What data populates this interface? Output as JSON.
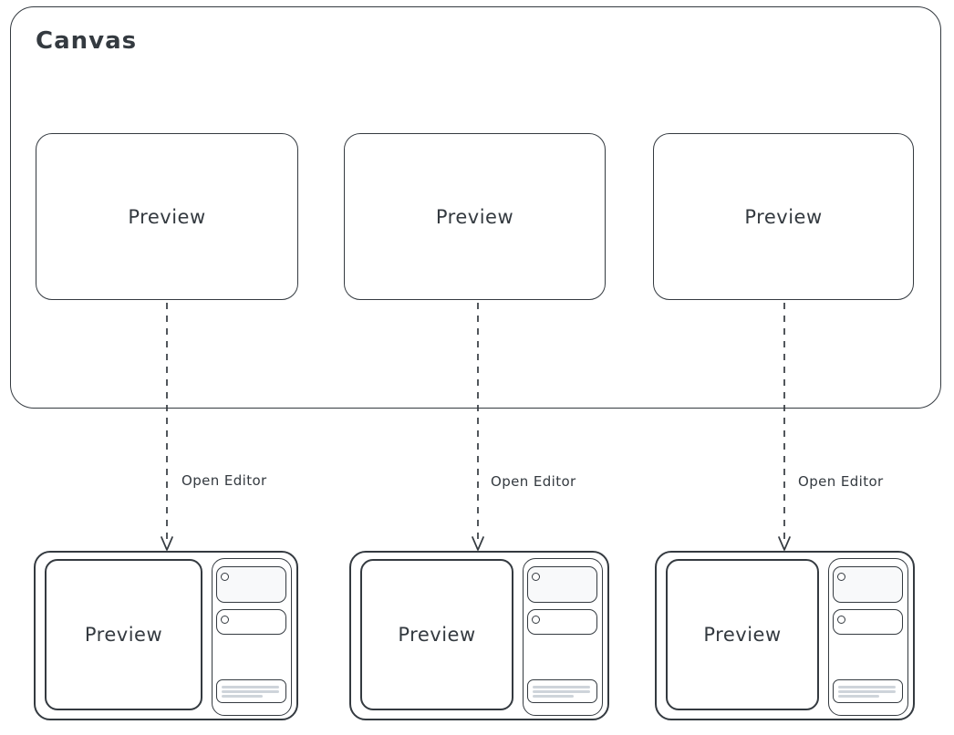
{
  "canvas": {
    "label": "Canvas",
    "previews": [
      {
        "label": "Preview"
      },
      {
        "label": "Preview"
      },
      {
        "label": "Preview"
      }
    ]
  },
  "connectors": [
    {
      "label": "Open Editor"
    },
    {
      "label": "Open Editor"
    },
    {
      "label": "Open Editor"
    }
  ],
  "editors": [
    {
      "preview_label": "Preview"
    },
    {
      "preview_label": "Preview"
    },
    {
      "preview_label": "Preview"
    }
  ],
  "colors": {
    "stroke": "#343a40",
    "card_fill": "#f8f9fa",
    "placeholder_line": "#ced4da",
    "background": "#ffffff"
  }
}
